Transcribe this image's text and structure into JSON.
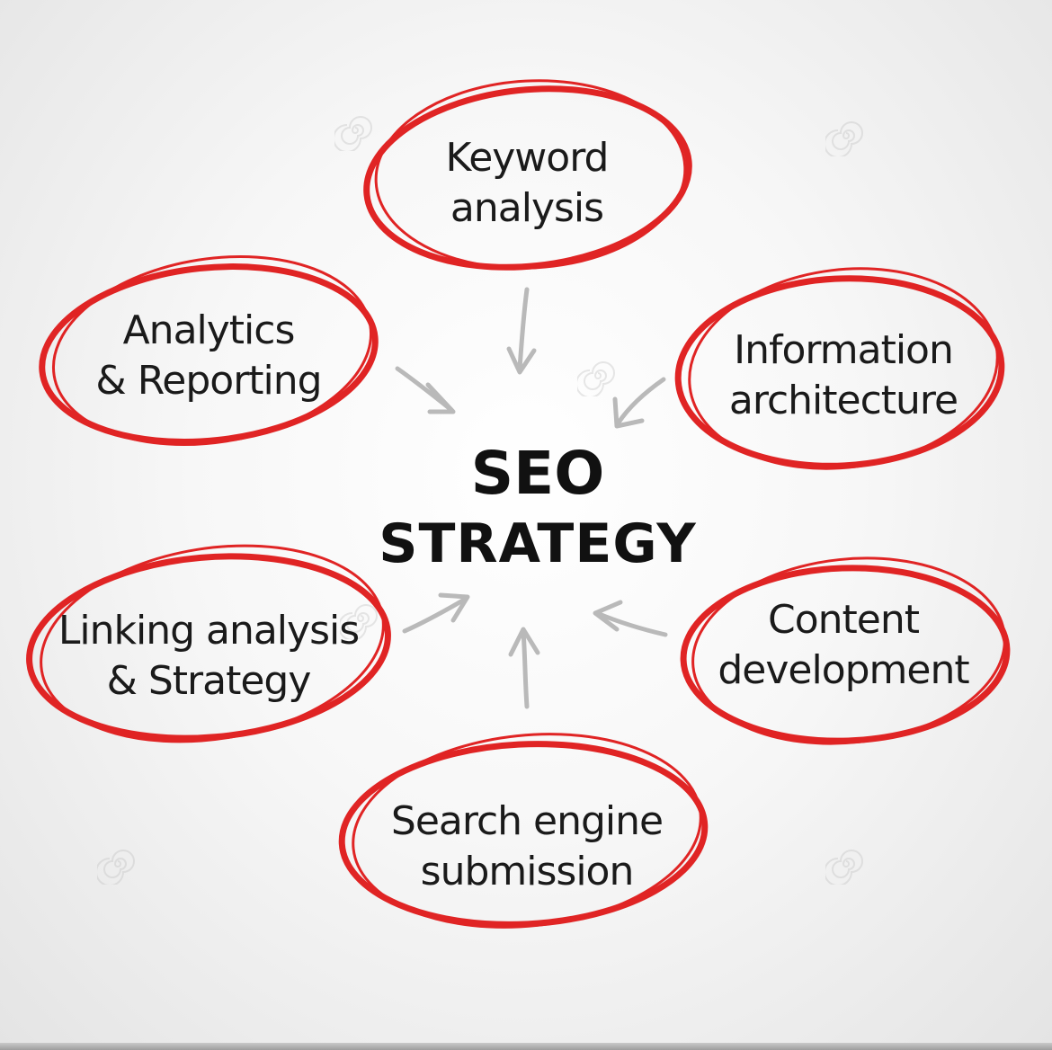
{
  "center": {
    "line1": "SEO",
    "line2": "STRATEGY"
  },
  "nodes": [
    {
      "id": "keyword-analysis",
      "line1": "Keyword",
      "line2": "analysis"
    },
    {
      "id": "information-architecture",
      "line1": "Information",
      "line2": "architecture"
    },
    {
      "id": "content-development",
      "line1": "Content",
      "line2": "development"
    },
    {
      "id": "search-engine-submission",
      "line1": "Search engine",
      "line2": "submission"
    },
    {
      "id": "linking-analysis-strategy",
      "line1": "Linking analysis",
      "line2": "& Strategy"
    },
    {
      "id": "analytics-reporting",
      "line1": "Analytics",
      "line2": "& Reporting"
    }
  ],
  "colors": {
    "ellipse": "#e02424",
    "arrow": "#b8b8b8",
    "text": "#1a1a1a",
    "watermark": "#d4d4d4"
  },
  "icons": {
    "arrow": "hand-drawn-arrow-icon",
    "watermark": "spiral-watermark-icon"
  }
}
